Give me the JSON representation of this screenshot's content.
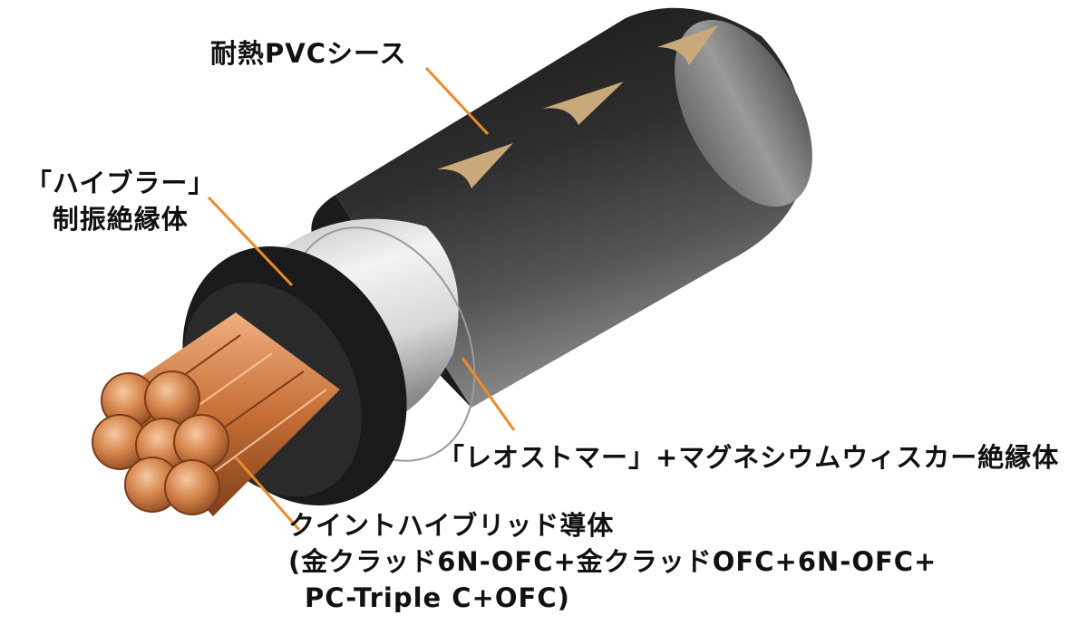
{
  "labels": {
    "sheath": "耐熱PVCシース",
    "hybrar_line1": "「ハイブラー」",
    "hybrar_line2": "制振絶縁体",
    "leostomer": "「レオストマー」+マグネシウムウィスカー絶縁体",
    "conductor_line1": "クイントハイブリッド導体",
    "conductor_line2": "(金クラッド6N-OFC+金クラッドOFC+6N-OFC+",
    "conductor_line3": "PC-Triple C+OFC)"
  },
  "colors": {
    "leader": "#f08a24",
    "sheath_dark": "#2b2b2b",
    "sheath_light": "#8a8a8a",
    "arrow_gold": "#c9a97a",
    "insulator_light": "#e6e6e6",
    "inner_black": "#1a1a1a",
    "copper": "#c8743e",
    "copper_light": "#f2b98a"
  }
}
